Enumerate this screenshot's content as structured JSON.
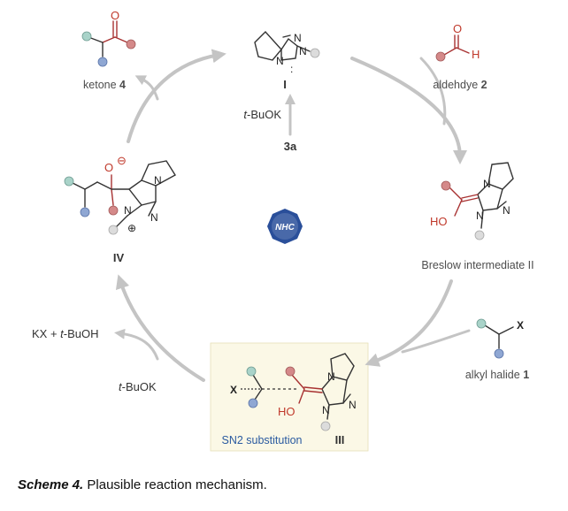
{
  "intermediates": {
    "I": {
      "roman": "I",
      "atom_N1": "N",
      "atom_N2": "N",
      "atom_N3": "N",
      "lone_pair": ":"
    },
    "II": {
      "label": "Breslow intermediate II",
      "atom_HO": "HO",
      "atom_N1": "N",
      "atom_N2": "N",
      "atom_N3": "N"
    },
    "III": {
      "label_sn2": "SN2 substitution",
      "roman": "III",
      "atom_X": "X",
      "atom_HO": "HO",
      "atom_N1": "N",
      "atom_N2": "N",
      "atom_N3": "N"
    },
    "IV": {
      "roman": "IV",
      "atom_O": "O",
      "charge_minus": "⊖",
      "charge_plus": "⊕",
      "atom_N1": "N",
      "atom_N2": "N",
      "atom_N3": "N"
    }
  },
  "reagents": {
    "ketone": {
      "text": "ketone ",
      "num": "4",
      "atom_O": "O"
    },
    "aldehyde": {
      "text": "aldehdye ",
      "num": "2",
      "atom_O": "O",
      "atom_H": "H"
    },
    "alkyl_halide": {
      "text": "alkyl halide ",
      "num": "1",
      "atom_X": "X"
    },
    "base_top": {
      "prefix": "t",
      "text": "-BuOK",
      "source": "3a"
    },
    "base_left": {
      "prefix": "t",
      "text": "-BuOK"
    },
    "byproduct": {
      "text1": "KX + ",
      "prefix": "t",
      "text2": "-BuOH"
    }
  },
  "badge": {
    "text": "NHC",
    "color": "#2a4f9a"
  },
  "colors": {
    "arrow": "#c4c4c4",
    "teal_group": "#a9d3c9",
    "red_group": "#d48989",
    "blue_group": "#8fa7d3",
    "gray_group": "#dcdcdc",
    "highlight_box": "#fbf8e6",
    "sn2_text": "#2a5aa0"
  },
  "caption": {
    "label": "Scheme 4.",
    "text": " Plausible reaction mechanism."
  }
}
